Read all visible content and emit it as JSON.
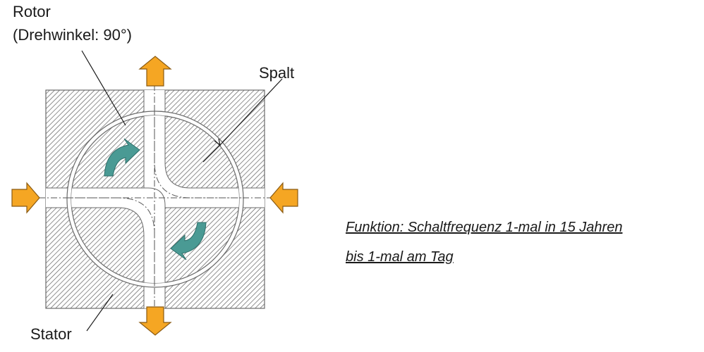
{
  "labels": {
    "rotor_title": "Rotor",
    "rotor_angle": "(Drehwinkel: 90°)",
    "gap": "Spalt",
    "stator": "Stator"
  },
  "function_text": {
    "line1": "Funktion: Schaltfrequenz 1-mal in 15 Jahren",
    "line2": "bis 1-mal am Tag"
  },
  "colors": {
    "flow_arrow": "#f5a623",
    "rotation_arrow": "#4a9a94",
    "hatch_line": "#555555",
    "outline": "#6a6a6a"
  }
}
